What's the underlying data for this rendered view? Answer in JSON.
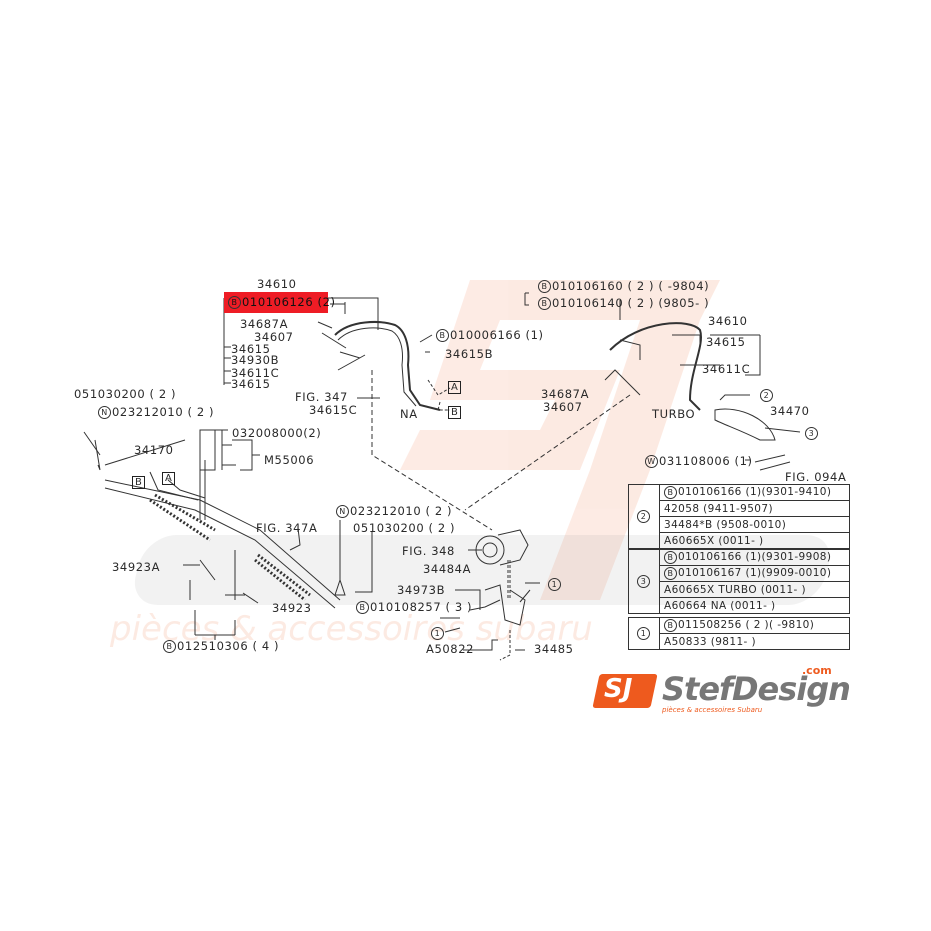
{
  "diagram": {
    "title": "Power steering system parts diagram",
    "highlight_color": "#ee1c25",
    "accent_color": "#ee5a1e",
    "labels": {
      "top_34610": "34610",
      "highlight_part": "010106126 (2)",
      "l_34687A": "34687A",
      "l_34607": "34607",
      "l_34615a": "34615",
      "l_34930B": "34930B",
      "l_34611C": "34611C",
      "l_34615b": "34615",
      "fig347": "FIG. 347",
      "l_34615C": "34615C",
      "na": "NA",
      "b_010006166": "010006166 (1)",
      "l_34615B": "34615B",
      "box_A": "A",
      "box_B": "B",
      "r_010106160": "010106160 ( 2 ) (   -9804)",
      "r_010106140": "010106140 ( 2 ) (9805-   )",
      "r_34610": "34610",
      "r_34615": "34615",
      "r_34611C": "34611C",
      "r_34687A": "34687A",
      "r_34607": "34607",
      "turbo": "TURBO",
      "c2": "2",
      "l_34470": "34470",
      "c3": "3",
      "w_031108006": "031108006 (1)",
      "fig094A": "FIG. 094A",
      "l_051030200": "051030200 ( 2 )",
      "n_023212010": "023212010 ( 2 )",
      "l_34170": "34170",
      "l_032008000": "032008000(2)",
      "l_M55006": "M55006",
      "left_box_B": "B",
      "left_box_A": "A",
      "fig347A": "FIG. 347A",
      "l_34923A": "34923A",
      "l_34923": "34923",
      "b_012510306": "012510306 ( 4 )",
      "n2_023212010": "023212010 ( 2 )",
      "l2_051030200": "051030200 ( 2 )",
      "fig348": "FIG. 348",
      "l_34484A": "34484A",
      "l_34973B": "34973B",
      "b_010108257": "010108257 ( 3 )",
      "c1a": "1",
      "c1b": "1",
      "l_A50822": "A50822",
      "l_34485": "34485",
      "circ_B": "B",
      "circ_N": "N",
      "circ_W": "W"
    },
    "table": {
      "groups": [
        {
          "key": "2",
          "rows": [
            {
              "prefix": "B",
              "text": "010106166 (1)(9301-9410)"
            },
            {
              "prefix": "",
              "text": "42058 (9411-9507)"
            },
            {
              "prefix": "",
              "text": "34484*B (9508-0010)"
            },
            {
              "prefix": "",
              "text": "A60665X (0011-    )"
            }
          ]
        },
        {
          "key": "3",
          "rows": [
            {
              "prefix": "B",
              "text": "010106166 (1)(9301-9908)"
            },
            {
              "prefix": "B",
              "text": "010106167 (1)(9909-0010)"
            },
            {
              "prefix": "",
              "text": "A60665X TURBO (0011-    )"
            },
            {
              "prefix": "",
              "text": "A60664  NA (0011-    )"
            }
          ]
        },
        {
          "key": "1",
          "rows": [
            {
              "prefix": "B",
              "text": "011508256 ( 2 )(    -9810)"
            },
            {
              "prefix": "",
              "text": "A50833 (9811-    )"
            }
          ]
        }
      ]
    }
  },
  "logo": {
    "mark": "SJ",
    "name": "StefDesign",
    "domain": ".com",
    "tagline": "pièces & accessoires Subaru"
  },
  "watermark": {
    "text": "pièces & accessoires subaru",
    "name": "StefDesign"
  }
}
